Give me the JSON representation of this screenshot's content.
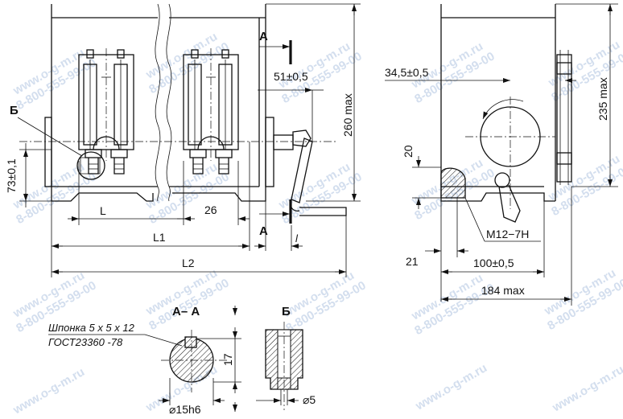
{
  "front_view": {
    "dims": {
      "dim_73": "73±0,1",
      "dim_L": "L",
      "dim_26": "26",
      "dim_L1": "L1",
      "dim_L2": "L2",
      "dim_l": "l",
      "dim_51": "51±0,5",
      "dim_260": "260 max"
    },
    "labels": {
      "detail_b": "Б",
      "section_a_top": "А",
      "section_a_bottom": "А"
    }
  },
  "side_view": {
    "dims": {
      "dim_34_5": "34,5±0,5",
      "dim_235": "235 max",
      "dim_20": "20",
      "dim_m12": "M12−7H",
      "dim_21": "21",
      "dim_100": "100±0,5",
      "dim_184": "184 max"
    }
  },
  "section_aa": {
    "title": "А– А",
    "key_line1": "Шпонка 5 х 5 х 12",
    "key_line2": "ГОСТ23360 -78",
    "dim_17": "17",
    "dim_d15": "⌀15h6"
  },
  "detail_b": {
    "title": "Б",
    "dim_d5": "⌀5"
  },
  "watermark": {
    "site": "www.o-g-m.ru",
    "phone": "8-800-555-99-00"
  }
}
